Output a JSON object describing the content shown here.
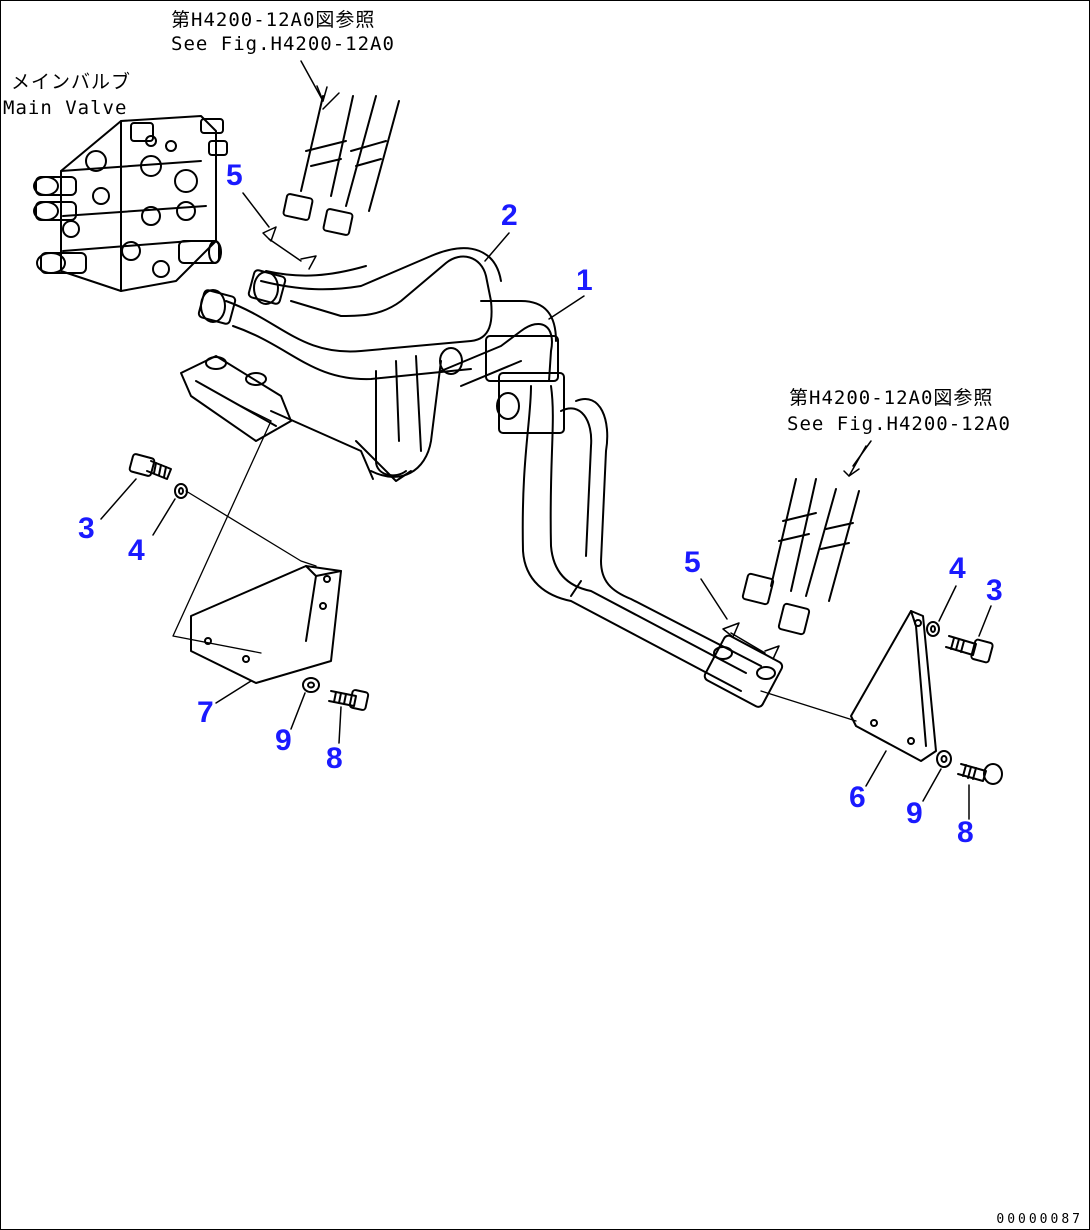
{
  "references": {
    "top_jp": "第H4200-12A0図参照",
    "top_en": "See Fig.H4200-12A0",
    "right_jp": "第H4200-12A0図参照",
    "right_en": "See Fig.H4200-12A0"
  },
  "main_valve": {
    "jp": "メインバルブ",
    "en": "Main Valve"
  },
  "callouts": {
    "c1": "1",
    "c2": "2",
    "c3_left": "3",
    "c3_right": "3",
    "c4_left": "4",
    "c4_right": "4",
    "c5_left": "5",
    "c5_right": "5",
    "c6": "6",
    "c7": "7",
    "c8_left": "8",
    "c8_right": "8",
    "c9_left": "9",
    "c9_right": "9"
  },
  "doc_number": "00000087",
  "colors": {
    "callout": "#1a1aff",
    "line": "#000000"
  }
}
